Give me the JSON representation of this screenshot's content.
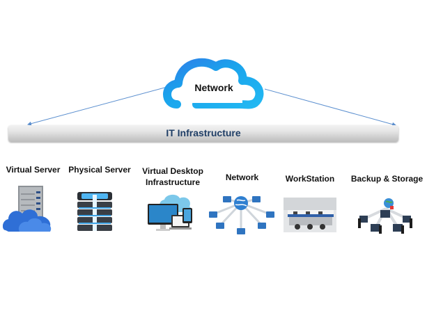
{
  "diagram": {
    "top_node": {
      "label": "Network",
      "icon": "cloud-icon",
      "color": "#1aa3ec"
    },
    "bar": {
      "label": "IT Infrastructure",
      "label_color": "#1f3e66"
    },
    "arrow_color": "#5b8fcf",
    "components": [
      {
        "label": "Virtual Server",
        "icon": "server-cloud-icon"
      },
      {
        "label": "Physical Server",
        "icon": "server-stack-icon"
      },
      {
        "label": "Virtual Desktop Infrastructure",
        "icon": "devices-icon"
      },
      {
        "label": "Network",
        "icon": "network-globe-icon"
      },
      {
        "label": "WorkStation",
        "icon": "workstation-icon"
      },
      {
        "label": "Backup & Storage",
        "icon": "backup-storage-icon"
      }
    ]
  }
}
